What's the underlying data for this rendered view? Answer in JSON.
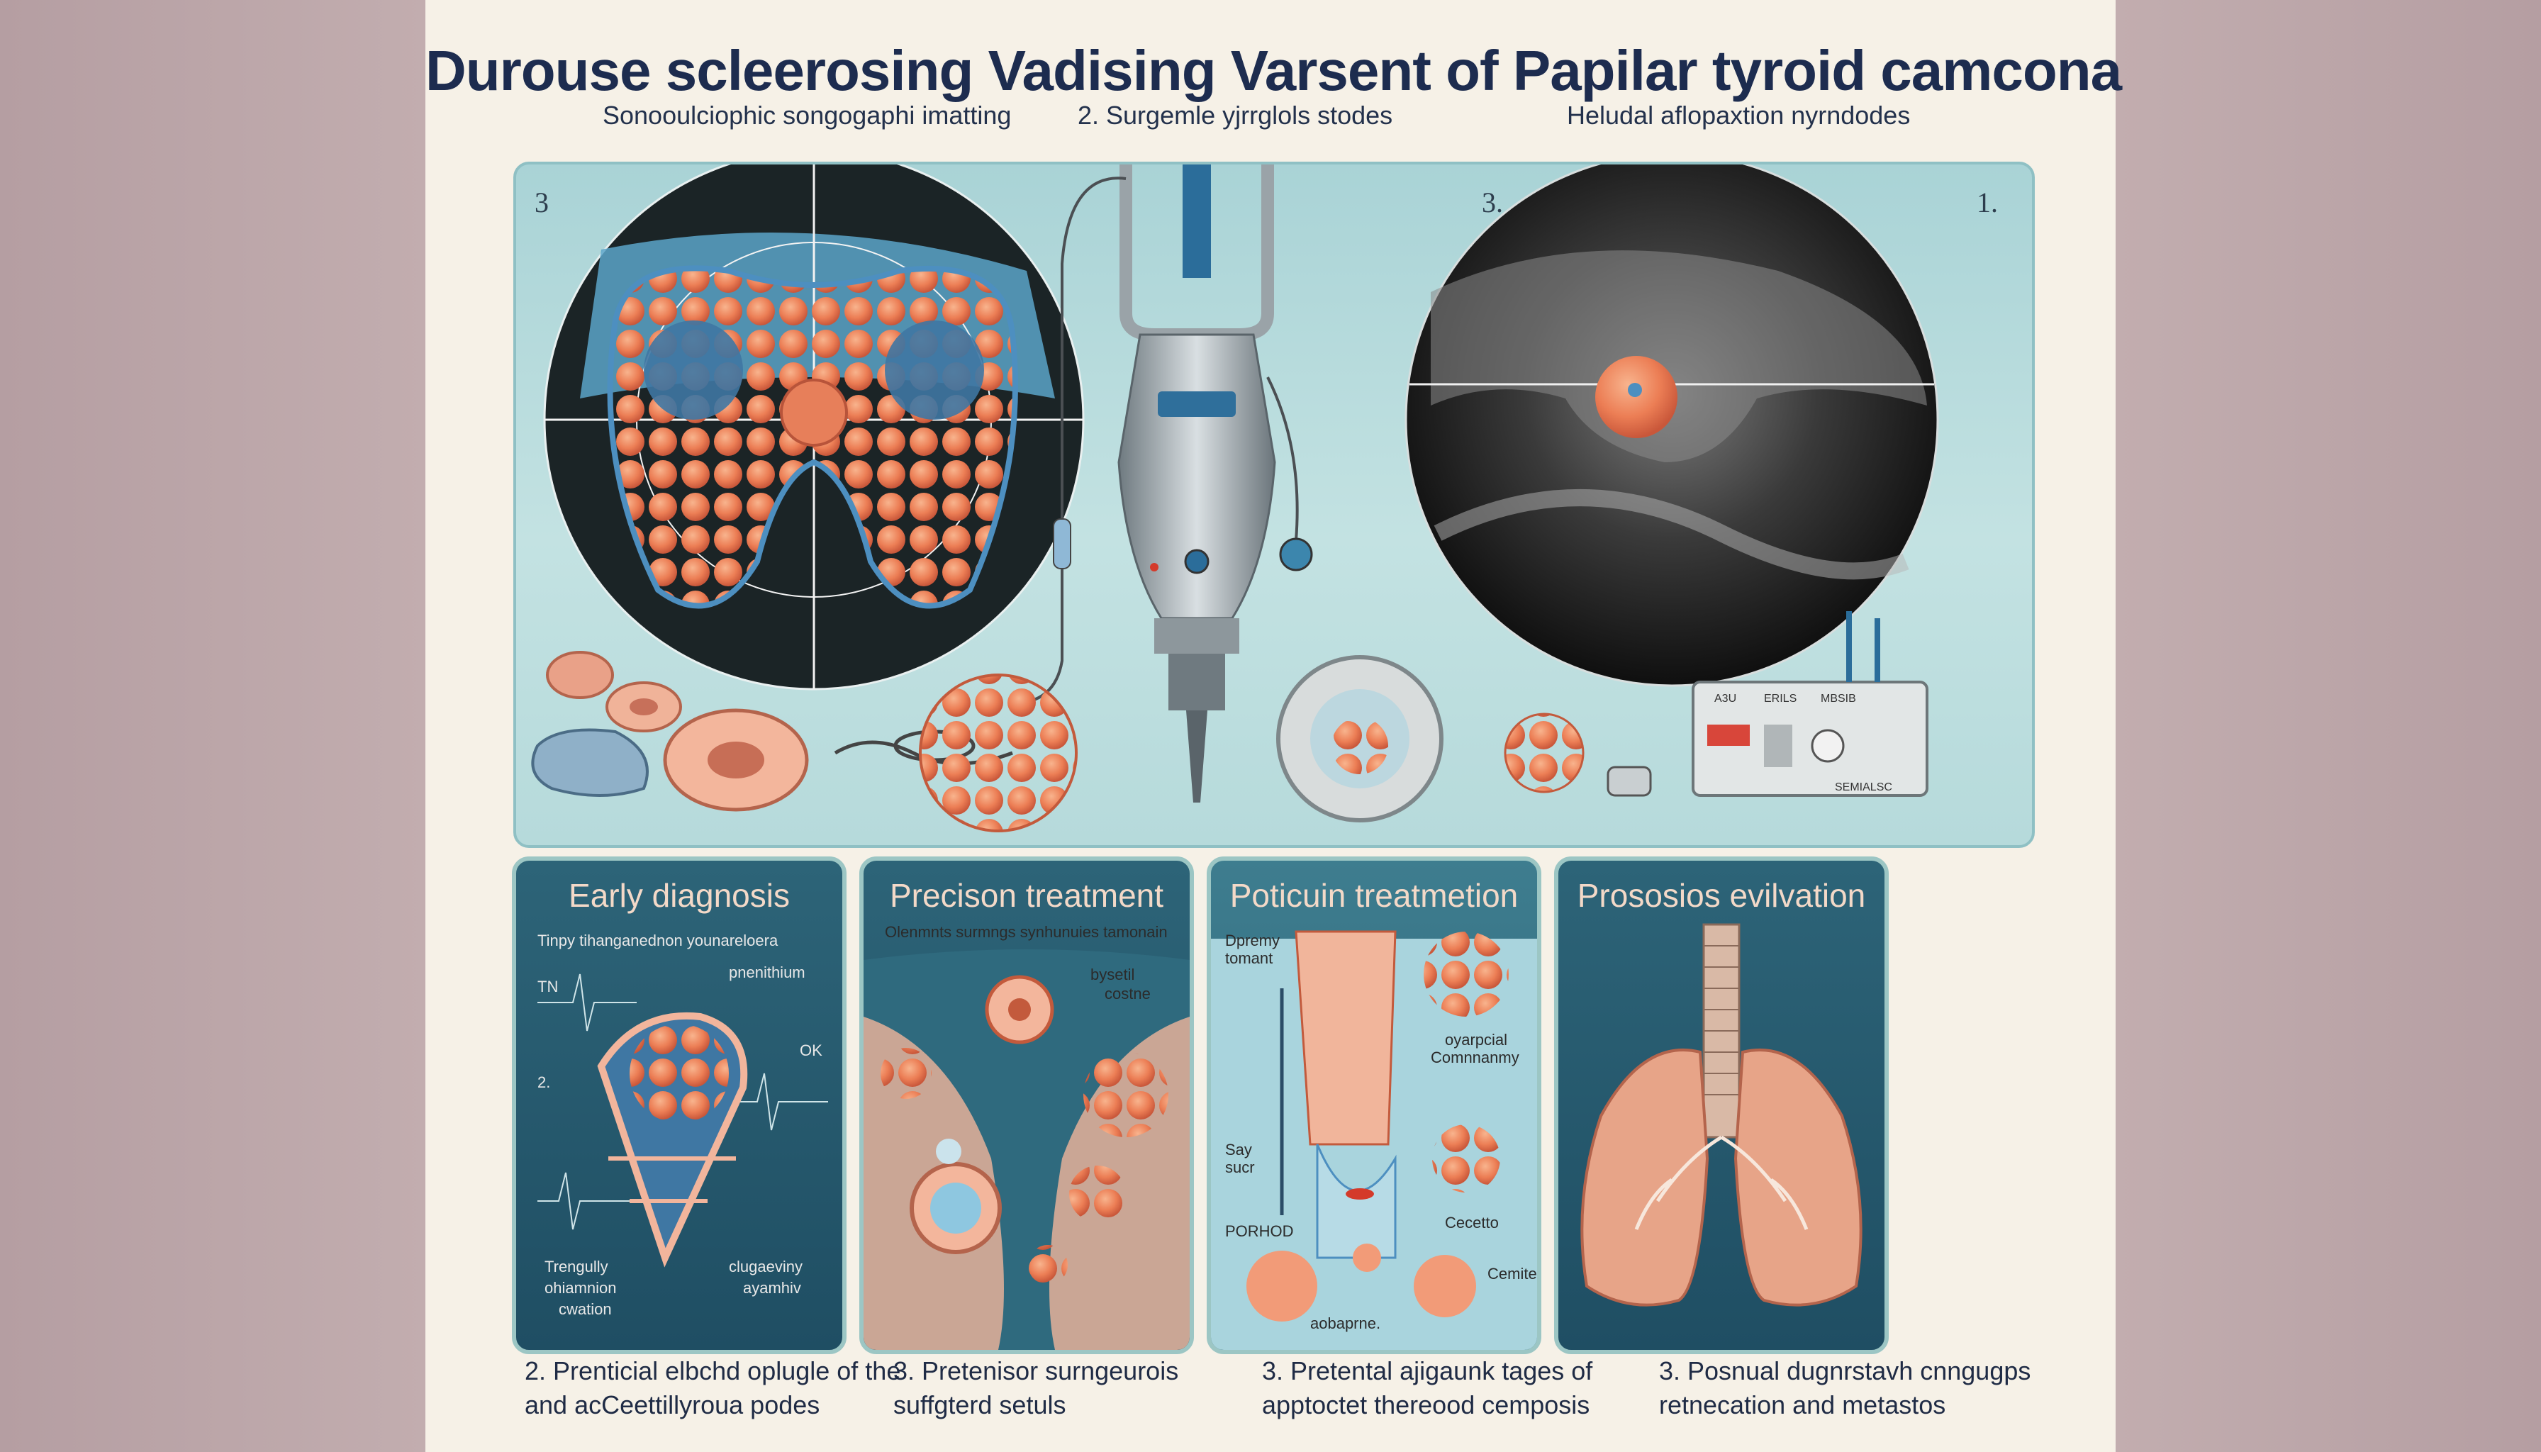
{
  "title": "Durouse scleerosing  Vadising Varsent  of Papilar tyroid camcona",
  "subtitles": [
    "Sonooulciophic songogaphi imatting",
    "2. Surgemle yjrrglols stodes",
    "Heludal aflopaxtion nyrndodes"
  ],
  "panel_numbers": [
    "3",
    "3.",
    "1."
  ],
  "device_labels": [
    "A3U",
    "ERILS",
    "MBSIB",
    "SEMIALSC"
  ],
  "cards": [
    {
      "title": "Early diagnosis",
      "labels": [
        "Tinpy tihanganednon younareloera",
        "pnenithium",
        "TN",
        "OK",
        "2.",
        "Trengully",
        "ohiamnion",
        "cwation",
        "clugaeviny",
        "ayamhiv"
      ],
      "caption": [
        "2. Prenticial elbchd oplugle of the",
        "and acCeettillyroua podes"
      ]
    },
    {
      "title": "Precison treatment",
      "labels": [
        "Olenmnts surmngs synhunuies tamonain",
        "bysetil",
        "costne"
      ],
      "caption": [
        "3. Pretenisor surngeurois",
        "suffgterd setuls"
      ]
    },
    {
      "title": "Poticuin treatmetion",
      "labels": [
        "Dpremy",
        "tomant",
        "oyarpcial",
        "Comnnanmy",
        "Say",
        "sucr",
        "PORHOD",
        "Cecetto",
        "aobaprne.",
        "Cemite"
      ],
      "caption": [
        "3. Pretental ajigaunk tages of",
        "apptoctet thereood cemposis"
      ]
    },
    {
      "title": "Prososios evilvation",
      "labels": [],
      "caption": [
        "3. Posnual dugnrstavh cnngugps",
        "retnecation and metastos"
      ]
    }
  ],
  "colors": {
    "poster_bg": "#f6f1e7",
    "title": "#1d2c4f",
    "card_bg": "#2d6478",
    "card_title": "#f3d9c8",
    "tissue": "#ef8a5e",
    "panel_bg": "#b6dadb"
  }
}
